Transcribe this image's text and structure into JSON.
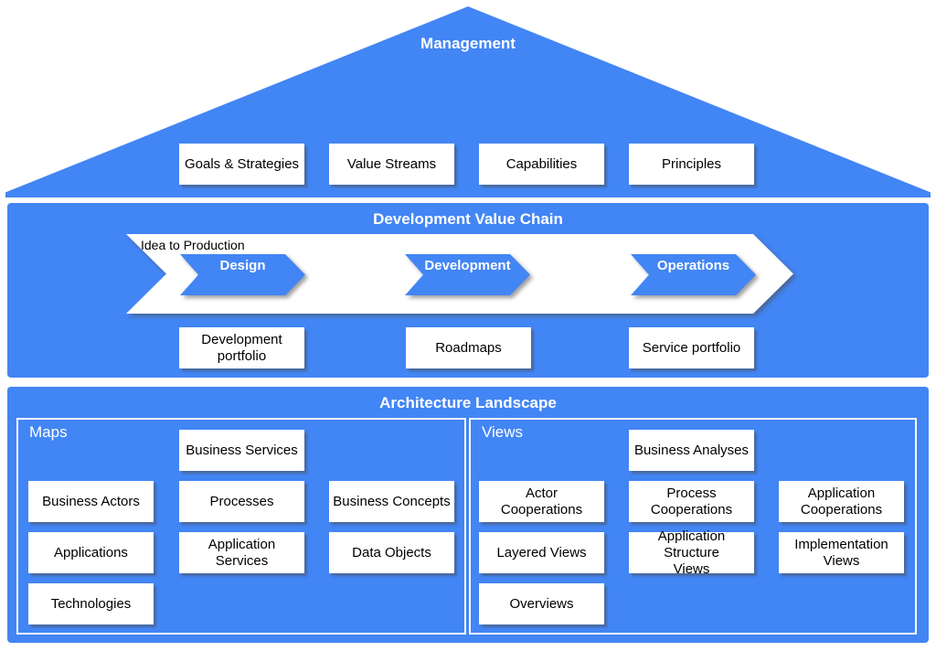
{
  "colors": {
    "blue": "#4285F4",
    "band_white": "#FFFFFF",
    "box_text": "#000000"
  },
  "roof": {
    "title": "Management",
    "boxes": [
      "Goals & Strategies",
      "Value Streams",
      "Capabilities",
      "Principles"
    ]
  },
  "value_chain": {
    "title": "Development Value Chain",
    "band_label": "Idea to Production",
    "stages": [
      "Design",
      "Development",
      "Operations"
    ],
    "boxes": [
      "Development\nportfolio",
      "Roadmaps",
      "Service portfolio"
    ]
  },
  "landscape": {
    "title": "Architecture Landscape",
    "maps": {
      "label": "Maps",
      "boxes": [
        "Business Services",
        "Business Actors",
        "Processes",
        "Business Concepts",
        "Applications",
        "Application Services",
        "Data Objects",
        "Technologies"
      ]
    },
    "views": {
      "label": "Views",
      "boxes": [
        "Business Analyses",
        "Actor\nCooperations",
        "Process\nCooperations",
        "Application\nCooperations",
        "Layered Views",
        "Application Structure\nViews",
        "Implementation\nViews",
        "Overviews"
      ]
    }
  }
}
